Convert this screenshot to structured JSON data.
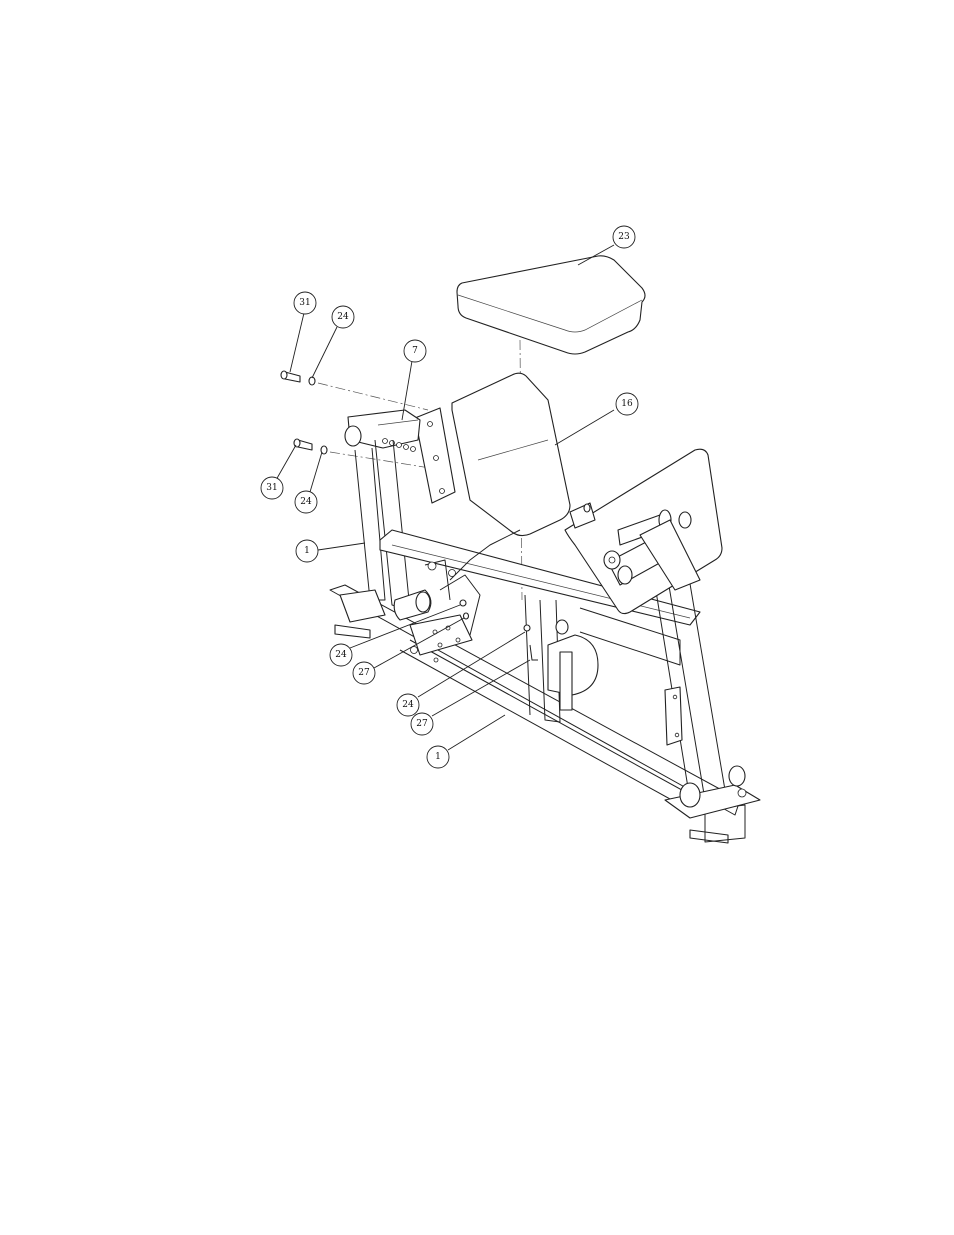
{
  "drawing": {
    "callouts": [
      {
        "id": "c23",
        "label": "23"
      },
      {
        "id": "c31a",
        "label": "31"
      },
      {
        "id": "c24a",
        "label": "24"
      },
      {
        "id": "c7",
        "label": "7"
      },
      {
        "id": "c16",
        "label": "16"
      },
      {
        "id": "c31b",
        "label": "31"
      },
      {
        "id": "c24b",
        "label": "24"
      },
      {
        "id": "c1a",
        "label": "1"
      },
      {
        "id": "c24c",
        "label": "24"
      },
      {
        "id": "c27a",
        "label": "27"
      },
      {
        "id": "c24d",
        "label": "24"
      },
      {
        "id": "c27b",
        "label": "27"
      },
      {
        "id": "c1b",
        "label": "1"
      }
    ]
  }
}
